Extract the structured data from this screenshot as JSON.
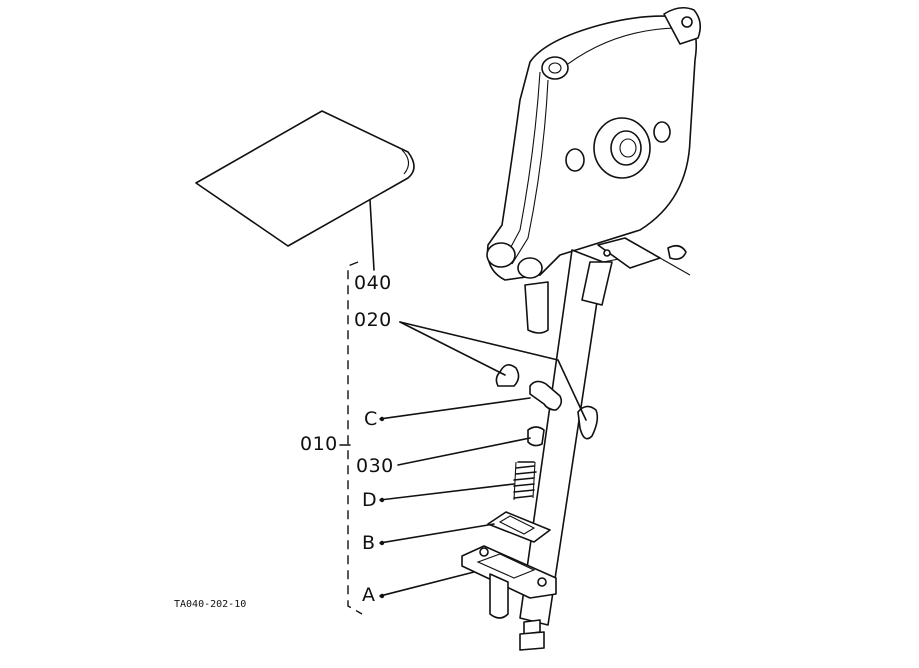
{
  "figure_id": "TA040-202-10",
  "labels": {
    "p040": "040",
    "p020": "020",
    "pC": "C",
    "p010": "010",
    "p030": "030",
    "pD": "D",
    "pB": "B",
    "pA": "A"
  }
}
